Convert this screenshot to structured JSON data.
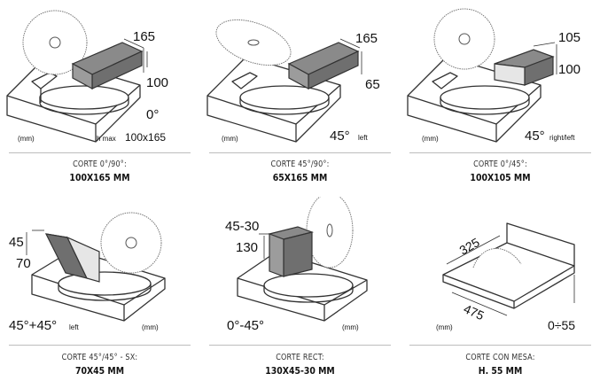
{
  "items": [
    {
      "label": "CORTE 0°/90°:",
      "value": "100X165 MM",
      "dims": {
        "a": "165",
        "b": "100",
        "angle": "0°",
        "unit": "(mm)",
        "note_prefix": "h max",
        "note": "100x165"
      }
    },
    {
      "label": "CORTE 45°/90°:",
      "value": "65X165 MM",
      "dims": {
        "a": "165",
        "b": "65",
        "angle": "45°",
        "angle_suffix": "left",
        "unit": "(mm)"
      }
    },
    {
      "label": "CORTE 0°/45°:",
      "value": "100X105 MM",
      "dims": {
        "a": "105",
        "b": "100",
        "angle": "45°",
        "angle_suffix": "right/left",
        "unit": "(mm)"
      }
    },
    {
      "label": "CORTE 45°/45° - SX:",
      "value": "70X45 MM",
      "dims": {
        "a": "45",
        "b": "70",
        "angle": "45°+45°",
        "angle_suffix": "left",
        "unit": "(mm)"
      }
    },
    {
      "label": "CORTE RECT:",
      "value": "130X45-30 MM",
      "dims": {
        "a": "45-30",
        "b": "130",
        "angle": "0°-45°",
        "unit": "(mm)"
      }
    },
    {
      "label": "CORTE CON MESA:",
      "value": "H. 55 MM",
      "dims": {
        "a": "325",
        "b": "475",
        "c": "0÷55",
        "unit": "(mm)"
      }
    }
  ]
}
